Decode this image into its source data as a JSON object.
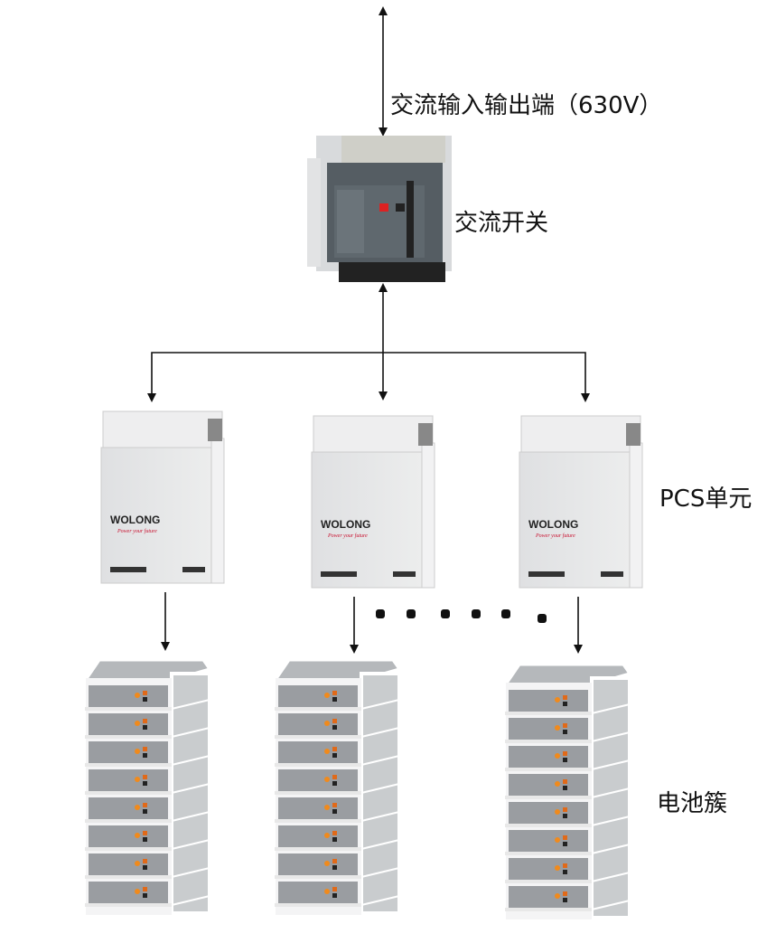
{
  "labels": {
    "ac_io": "交流输入输出端（630V）",
    "ac_switch": "交流开关",
    "pcs": "PCS单元",
    "battery": "电池簇"
  },
  "pcs_units": [
    {
      "brand": "WOLONG",
      "slogan": "Power your future"
    },
    {
      "brand": "WOLONG",
      "slogan": "Power your future"
    },
    {
      "brand": "WOLONG",
      "slogan": "Power your future"
    }
  ],
  "battery_modules_per_rack": 8,
  "ellipsis_dots": 6,
  "colors": {
    "line": "#111111",
    "device": "#e6e7e9",
    "brand_red": "#c8102e",
    "module": "#9a9da1",
    "accent_orange": "#f08a1c",
    "breaker": "#4a5258"
  }
}
